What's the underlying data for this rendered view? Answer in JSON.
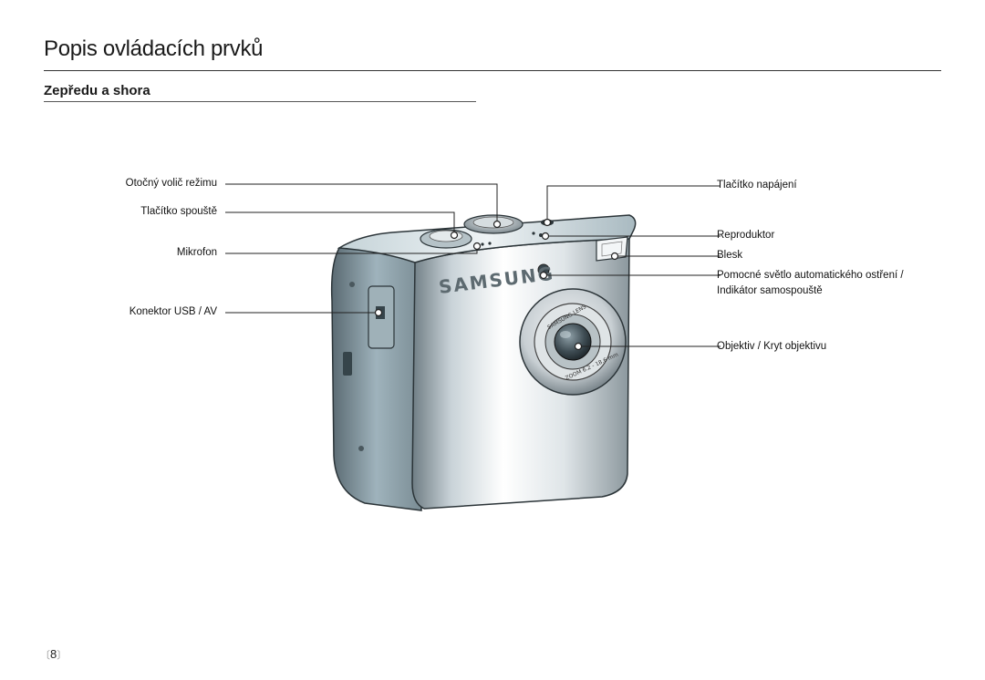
{
  "page": {
    "title": "Popis ovládacích prvků",
    "subtitle": "Zepředu a shora",
    "page_number": "8",
    "bracket_left": "〔",
    "bracket_right": "〕"
  },
  "labels_left": {
    "mode_dial": "Otočný volič režimu",
    "shutter": "Tlačítko spouště",
    "mic": "Mikrofon",
    "usb": "Konektor USB / AV"
  },
  "labels_right": {
    "power": "Tlačítko napájení",
    "speaker": "Reproduktor",
    "flash": "Blesk",
    "af_line1": "Pomocné světlo automatického ostření /",
    "af_line2": "Indikátor samospouště",
    "lens": "Objektiv / Kryt objektivu"
  },
  "camera": {
    "brand": "SAMSUNG",
    "lens_ring_text": "SAMSUNG LENS",
    "lens_spec_text": "ZOOM 6.2 - 18.6 mm"
  }
}
